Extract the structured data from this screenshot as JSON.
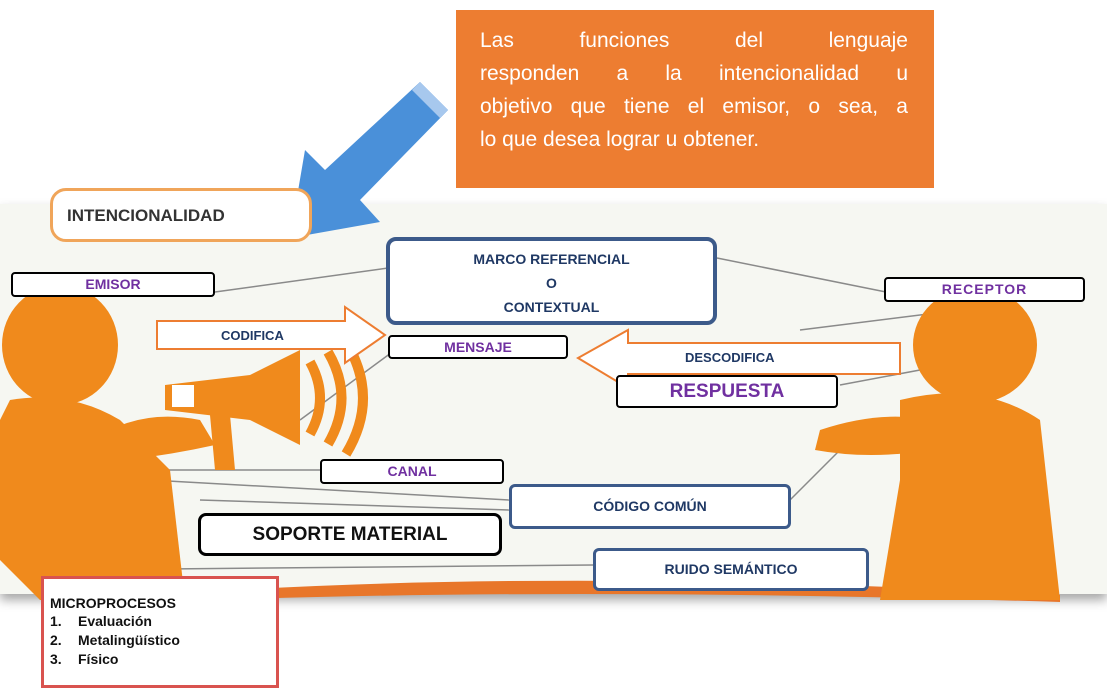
{
  "callout": {
    "lines": [
      "Las funciones del lenguaje",
      "responden a la intencionalidad u",
      "objetivo que tiene el emisor, o sea, a",
      "lo que desea lograr u obtener."
    ]
  },
  "labels": {
    "intencionalidad": "INTENCIONALIDAD",
    "emisor": "EMISOR",
    "receptor": "RECEPTOR",
    "marco_1": "MARCO REFERENCIAL",
    "marco_2": "O",
    "marco_3": "CONTEXTUAL",
    "codifica": "CODIFICA",
    "mensaje": "MENSAJE",
    "descodifica": "DESCODIFICA",
    "respuesta": "RESPUESTA",
    "canal": "CANAL",
    "codigo_comun": "CÓDIGO COMÚN",
    "soporte_material": "SOPORTE MATERIAL",
    "ruido_semantico": "RUIDO SEMÁNTICO"
  },
  "microprocesos": {
    "title": "MICROPROCESOS",
    "items": [
      {
        "num": "1.",
        "text": "Evaluación"
      },
      {
        "num": "2.",
        "text": "Metalingüístico"
      },
      {
        "num": "3.",
        "text": "Físico"
      }
    ]
  },
  "colors": {
    "orange": "#ed7d31",
    "figure": "#f08a1c",
    "purple": "#7030a0",
    "navy": "#1f3864",
    "arrow_blue": "#4a90d9"
  }
}
